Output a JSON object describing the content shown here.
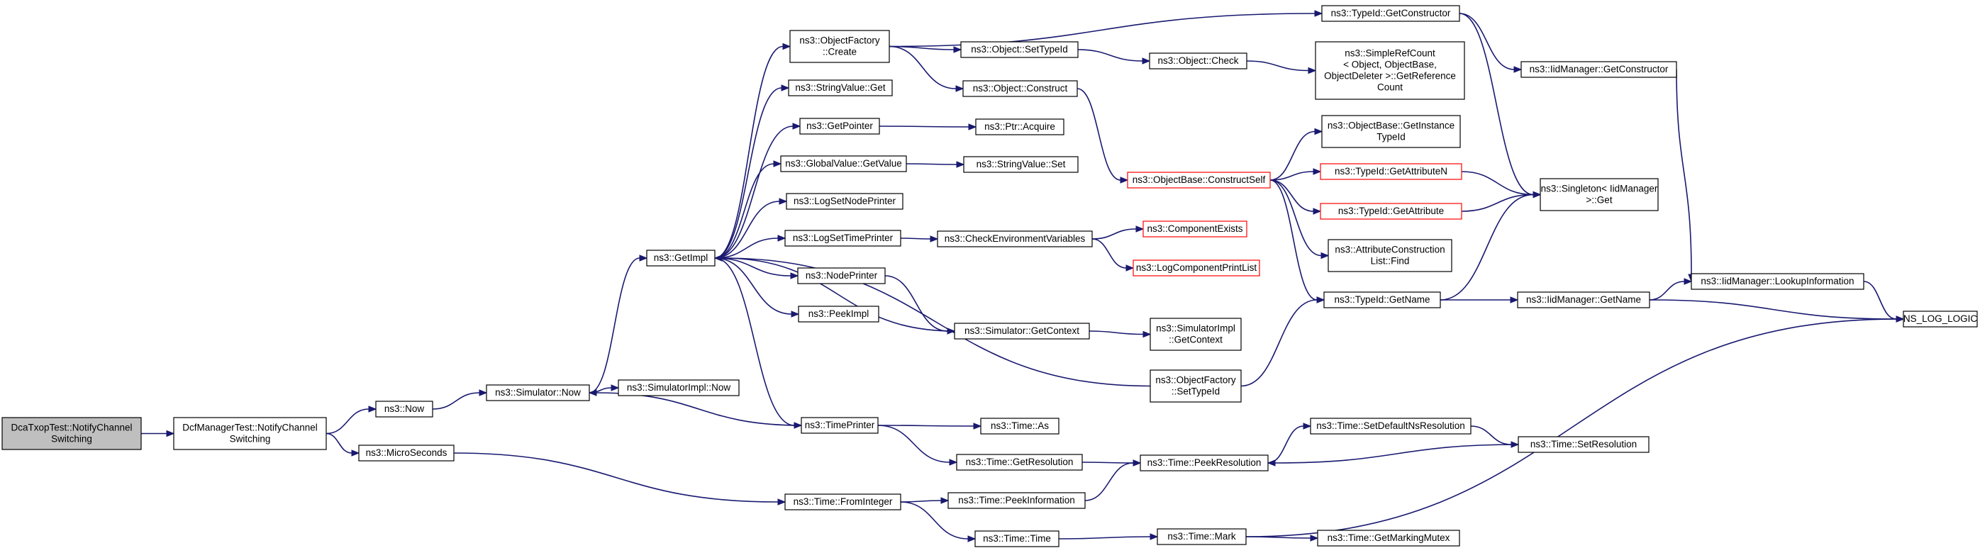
{
  "colors": {
    "edge": "#191970",
    "node_border": "#000000",
    "node_border_truncated": "#ff0000",
    "node_fill": "#ffffff",
    "root_fill": "#bfbfbf"
  },
  "nodes": [
    {
      "id": "root",
      "lines": [
        "DcaTxopTest::NotifyChannel",
        "Switching"
      ],
      "style": "root"
    },
    {
      "id": "dcf_notify",
      "lines": [
        "DcfManagerTest::NotifyChannel",
        "Switching"
      ],
      "style": "normal"
    },
    {
      "id": "now",
      "lines": [
        "ns3::Now"
      ],
      "style": "normal"
    },
    {
      "id": "microseconds",
      "lines": [
        "ns3::MicroSeconds"
      ],
      "style": "normal"
    },
    {
      "id": "sim_now",
      "lines": [
        "ns3::Simulator::Now"
      ],
      "style": "normal"
    },
    {
      "id": "simimpl_now",
      "lines": [
        "ns3::SimulatorImpl::Now"
      ],
      "style": "normal"
    },
    {
      "id": "getimpl",
      "lines": [
        "ns3::GetImpl"
      ],
      "style": "normal"
    },
    {
      "id": "objfactory_create",
      "lines": [
        "ns3::ObjectFactory",
        "::Create"
      ],
      "style": "normal"
    },
    {
      "id": "stringvalue_get",
      "lines": [
        "ns3::StringValue::Get"
      ],
      "style": "normal"
    },
    {
      "id": "getpointer",
      "lines": [
        "ns3::GetPointer"
      ],
      "style": "normal"
    },
    {
      "id": "globalvalue_getvalue",
      "lines": [
        "ns3::GlobalValue::GetValue"
      ],
      "style": "normal"
    },
    {
      "id": "logsetnodeprinter",
      "lines": [
        "ns3::LogSetNodePrinter"
      ],
      "style": "normal"
    },
    {
      "id": "logsettimeprinter",
      "lines": [
        "ns3::LogSetTimePrinter"
      ],
      "style": "normal"
    },
    {
      "id": "nodeprinter",
      "lines": [
        "ns3::NodePrinter"
      ],
      "style": "normal"
    },
    {
      "id": "peekimpl",
      "lines": [
        "ns3::PeekImpl"
      ],
      "style": "normal"
    },
    {
      "id": "timeprinter",
      "lines": [
        "ns3::TimePrinter"
      ],
      "style": "normal"
    },
    {
      "id": "time_frominteger",
      "lines": [
        "ns3::Time::FromInteger"
      ],
      "style": "normal"
    },
    {
      "id": "object_settypeid",
      "lines": [
        "ns3::Object::SetTypeId"
      ],
      "style": "normal"
    },
    {
      "id": "object_construct",
      "lines": [
        "ns3::Object::Construct"
      ],
      "style": "normal"
    },
    {
      "id": "ptr_acquire",
      "lines": [
        "ns3::Ptr::Acquire"
      ],
      "style": "normal"
    },
    {
      "id": "stringvalue_set",
      "lines": [
        "ns3::StringValue::Set"
      ],
      "style": "normal"
    },
    {
      "id": "checkenv",
      "lines": [
        "ns3::CheckEnvironmentVariables"
      ],
      "style": "normal"
    },
    {
      "id": "sim_getcontext",
      "lines": [
        "ns3::Simulator::GetContext"
      ],
      "style": "normal"
    },
    {
      "id": "time_as",
      "lines": [
        "ns3::Time::As"
      ],
      "style": "normal"
    },
    {
      "id": "time_getresolution",
      "lines": [
        "ns3::Time::GetResolution"
      ],
      "style": "normal"
    },
    {
      "id": "time_peekinformation",
      "lines": [
        "ns3::Time::PeekInformation"
      ],
      "style": "normal"
    },
    {
      "id": "time_time",
      "lines": [
        "ns3::Time::Time"
      ],
      "style": "normal"
    },
    {
      "id": "object_check",
      "lines": [
        "ns3::Object::Check"
      ],
      "style": "normal"
    },
    {
      "id": "objectbase_constructself",
      "lines": [
        "ns3::ObjectBase::ConstructSelf"
      ],
      "style": "truncated"
    },
    {
      "id": "componentexists",
      "lines": [
        "ns3::ComponentExists"
      ],
      "style": "truncated"
    },
    {
      "id": "logcomponentprintlist",
      "lines": [
        "ns3::LogComponentPrintList"
      ],
      "style": "truncated"
    },
    {
      "id": "simimpl_getcontext",
      "lines": [
        "ns3::SimulatorImpl",
        "::GetContext"
      ],
      "style": "normal"
    },
    {
      "id": "objfactory_settypeid",
      "lines": [
        "ns3::ObjectFactory",
        "::SetTypeId"
      ],
      "style": "normal"
    },
    {
      "id": "time_peekresolution",
      "lines": [
        "ns3::Time::PeekResolution"
      ],
      "style": "normal"
    },
    {
      "id": "time_mark",
      "lines": [
        "ns3::Time::Mark"
      ],
      "style": "normal"
    },
    {
      "id": "typeid_getconstructor",
      "lines": [
        "ns3::TypeId::GetConstructor"
      ],
      "style": "normal"
    },
    {
      "id": "simplerefcount",
      "lines": [
        "ns3::SimpleRefCount",
        "< Object, ObjectBase,",
        "ObjectDeleter >::GetReference",
        "Count"
      ],
      "style": "normal"
    },
    {
      "id": "objectbase_getinstancetypeid",
      "lines": [
        "ns3::ObjectBase::GetInstance",
        "TypeId"
      ],
      "style": "normal"
    },
    {
      "id": "typeid_getattributen",
      "lines": [
        "ns3::TypeId::GetAttributeN"
      ],
      "style": "truncated"
    },
    {
      "id": "typeid_getattribute",
      "lines": [
        "ns3::TypeId::GetAttribute"
      ],
      "style": "truncated"
    },
    {
      "id": "attrconstructionlist_find",
      "lines": [
        "ns3::AttributeConstruction",
        "List::Find"
      ],
      "style": "normal"
    },
    {
      "id": "typeid_getname",
      "lines": [
        "ns3::TypeId::GetName"
      ],
      "style": "normal"
    },
    {
      "id": "time_setdefaultnsresolution",
      "lines": [
        "ns3::Time::SetDefaultNsResolution"
      ],
      "style": "normal"
    },
    {
      "id": "time_getmarkingmutex",
      "lines": [
        "ns3::Time::GetMarkingMutex"
      ],
      "style": "normal"
    },
    {
      "id": "iidmanager_getconstructor",
      "lines": [
        "ns3::IidManager::GetConstructor"
      ],
      "style": "normal"
    },
    {
      "id": "singleton_iidmanager_get",
      "lines": [
        "ns3::Singleton< IidManager",
        ">::Get"
      ],
      "style": "normal"
    },
    {
      "id": "iidmanager_getname",
      "lines": [
        "ns3::IidManager::GetName"
      ],
      "style": "normal"
    },
    {
      "id": "time_setresolution",
      "lines": [
        "ns3::Time::SetResolution"
      ],
      "style": "normal"
    },
    {
      "id": "iidmanager_lookupinformation",
      "lines": [
        "ns3::IidManager::LookupInformation"
      ],
      "style": "normal"
    },
    {
      "id": "ns_log_logic",
      "lines": [
        "NS_LOG_LOGIC"
      ],
      "style": "normal"
    }
  ],
  "edges": [
    [
      "root",
      "dcf_notify"
    ],
    [
      "dcf_notify",
      "now"
    ],
    [
      "dcf_notify",
      "microseconds"
    ],
    [
      "now",
      "sim_now"
    ],
    [
      "sim_now",
      "simimpl_now"
    ],
    [
      "sim_now",
      "getimpl"
    ],
    [
      "getimpl",
      "objfactory_create"
    ],
    [
      "getimpl",
      "stringvalue_get"
    ],
    [
      "getimpl",
      "getpointer"
    ],
    [
      "getimpl",
      "globalvalue_getvalue"
    ],
    [
      "getimpl",
      "logsetnodeprinter"
    ],
    [
      "getimpl",
      "logsettimeprinter"
    ],
    [
      "getimpl",
      "nodeprinter"
    ],
    [
      "getimpl",
      "peekimpl"
    ],
    [
      "getimpl",
      "timeprinter"
    ],
    [
      "sim_getcontext",
      "getimpl"
    ],
    [
      "objfactory_settypeid",
      "getimpl"
    ],
    [
      "objfactory_create",
      "typeid_getconstructor"
    ],
    [
      "objfactory_create",
      "object_settypeid"
    ],
    [
      "objfactory_create",
      "object_construct"
    ],
    [
      "getpointer",
      "ptr_acquire"
    ],
    [
      "globalvalue_getvalue",
      "stringvalue_set"
    ],
    [
      "logsettimeprinter",
      "checkenv"
    ],
    [
      "nodeprinter",
      "sim_getcontext"
    ],
    [
      "timeprinter",
      "sim_now"
    ],
    [
      "timeprinter",
      "time_as"
    ],
    [
      "timeprinter",
      "time_getresolution"
    ],
    [
      "microseconds",
      "time_frominteger"
    ],
    [
      "time_frominteger",
      "time_peekinformation"
    ],
    [
      "time_frominteger",
      "time_time"
    ],
    [
      "object_settypeid",
      "object_check"
    ],
    [
      "object_check",
      "simplerefcount"
    ],
    [
      "object_construct",
      "objectbase_constructself"
    ],
    [
      "checkenv",
      "componentexists"
    ],
    [
      "checkenv",
      "logcomponentprintlist"
    ],
    [
      "sim_getcontext",
      "simimpl_getcontext"
    ],
    [
      "time_getresolution",
      "time_peekresolution"
    ],
    [
      "time_peekinformation",
      "time_peekresolution"
    ],
    [
      "time_time",
      "time_mark"
    ],
    [
      "objectbase_constructself",
      "objectbase_getinstancetypeid"
    ],
    [
      "objectbase_constructself",
      "typeid_getattributen"
    ],
    [
      "objectbase_constructself",
      "typeid_getattribute"
    ],
    [
      "objectbase_constructself",
      "attrconstructionlist_find"
    ],
    [
      "objectbase_constructself",
      "typeid_getname"
    ],
    [
      "objfactory_settypeid",
      "typeid_getname"
    ],
    [
      "time_peekresolution",
      "time_setdefaultnsresolution"
    ],
    [
      "time_setdefaultnsresolution",
      "time_setresolution"
    ],
    [
      "time_setresolution",
      "time_peekresolution"
    ],
    [
      "time_mark",
      "time_getmarkingmutex"
    ],
    [
      "time_mark",
      "ns_log_logic"
    ],
    [
      "typeid_getconstructor",
      "iidmanager_getconstructor"
    ],
    [
      "typeid_getconstructor",
      "singleton_iidmanager_get"
    ],
    [
      "typeid_getattributen",
      "singleton_iidmanager_get"
    ],
    [
      "typeid_getattribute",
      "singleton_iidmanager_get"
    ],
    [
      "typeid_getname",
      "singleton_iidmanager_get"
    ],
    [
      "typeid_getname",
      "iidmanager_getname"
    ],
    [
      "iidmanager_getconstructor",
      "iidmanager_lookupinformation"
    ],
    [
      "iidmanager_getname",
      "iidmanager_lookupinformation"
    ],
    [
      "iidmanager_getname",
      "ns_log_logic"
    ],
    [
      "iidmanager_lookupinformation",
      "ns_log_logic"
    ]
  ]
}
